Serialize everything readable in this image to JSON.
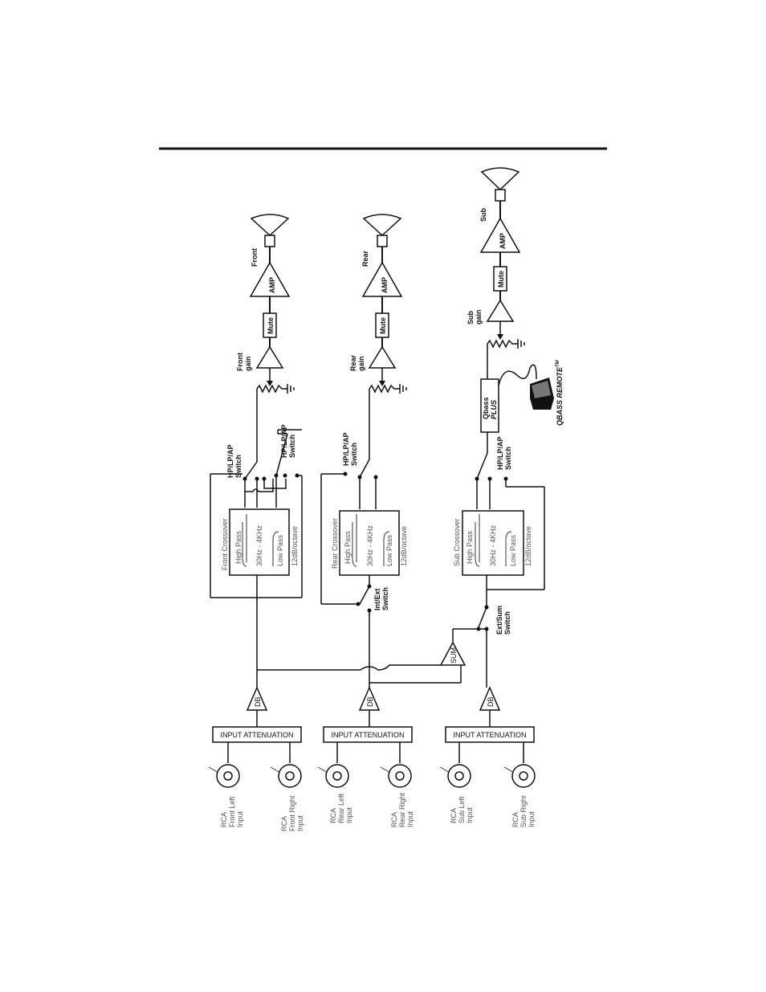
{
  "labels": {
    "front": "Front",
    "rear": "Rear",
    "sub": "Sub",
    "amp": "AMP",
    "mute": "Mute",
    "front_gain": "Front gain",
    "rear_gain": "Rear gain",
    "sub_gain": "Sub gain",
    "hplpap_switch": "HP/LP/AP Switch",
    "int_ext_switch": "Int/Ext Switch",
    "ext_sum_switch": "Ext/Sum Switch",
    "front_crossover": "Front Crossover",
    "rear_crossover": "Rear Crossover",
    "sub_crossover": "Sub Crossover",
    "high_pass": "High Pass",
    "low_pass": "Low Pass",
    "freq_range": "30Hz - 4KHz",
    "slope": "12dB/octave",
    "qbass_plus_1": "Qbass",
    "qbass_plus_2": "PLUS",
    "qbass_remote": "QBASS REMOTE",
    "tm": "TM",
    "sum": "SUM",
    "db": "DB",
    "input_attenuation": "INPUT ATTENUATION",
    "rca": "RCA",
    "front_left_input": "Front Left Input",
    "front_right_input": "Front Right Input",
    "rear_left_input": "Rear Left Input",
    "rear_right_input": "Rear Right Input",
    "sub_left_input": "Sub Left Input",
    "sub_right_input": "Sub Right Input"
  }
}
